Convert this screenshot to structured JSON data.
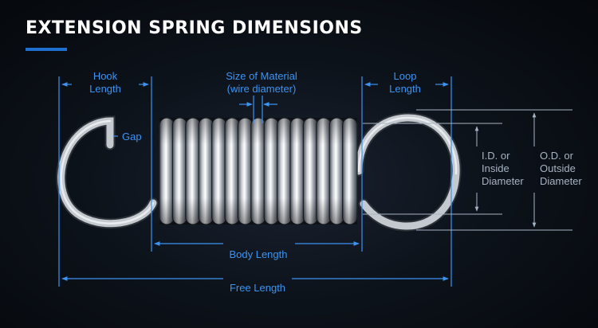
{
  "title": "EXTENSION SPRING DIMENSIONS",
  "colors": {
    "accent": "#1f6fd1",
    "dimension_blue": "#3b93f2",
    "dimension_grey": "#a7b3c2",
    "background": "#0d131b"
  },
  "labels": {
    "hook_length": [
      "Hook",
      "Length"
    ],
    "size_of_material": [
      "Size of Material",
      "(wire diameter)"
    ],
    "loop_length": [
      "Loop",
      "Length"
    ],
    "gap": "Gap",
    "inside_diameter": [
      "I.D. or",
      "Inside",
      "Diameter"
    ],
    "outside_diameter": [
      "O.D. or",
      "Outside",
      "Diameter"
    ],
    "body_length": "Body Length",
    "free_length": "Free Length"
  }
}
